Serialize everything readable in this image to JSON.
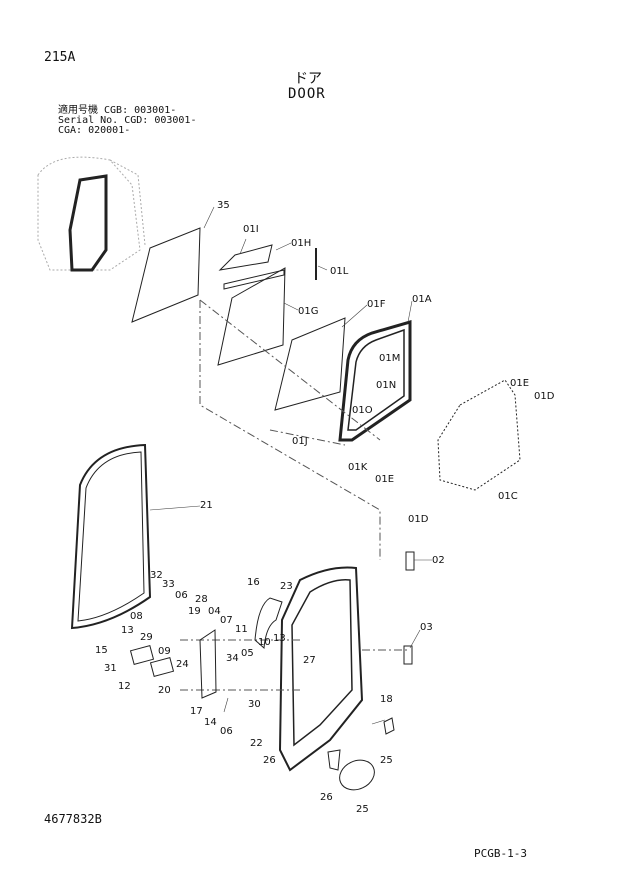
{
  "model": "215A",
  "title_jp": "ドア",
  "title_en": "DOOR",
  "serial_lines": [
    "適用号機  CGB: 003001-",
    "Serial No. CGD: 003001-",
    "           CGA: 020001-"
  ],
  "doc_number": "4677832B",
  "page_code": "PCGB-1-3",
  "callouts": [
    "35",
    "01I",
    "01H",
    "01L",
    "01G",
    "01F",
    "01A",
    "01M",
    "01N",
    "01O",
    "01J",
    "01K",
    "01E",
    "01D",
    "01E",
    "01C",
    "01D",
    "21",
    "02",
    "03",
    "16",
    "23",
    "32",
    "33",
    "08",
    "06",
    "28",
    "19",
    "04",
    "07",
    "13",
    "29",
    "11",
    "13",
    "10",
    "15",
    "09",
    "05",
    "34",
    "24",
    "27",
    "31",
    "12",
    "20",
    "18",
    "17",
    "30",
    "14",
    "06",
    "22",
    "26",
    "25"
  ]
}
